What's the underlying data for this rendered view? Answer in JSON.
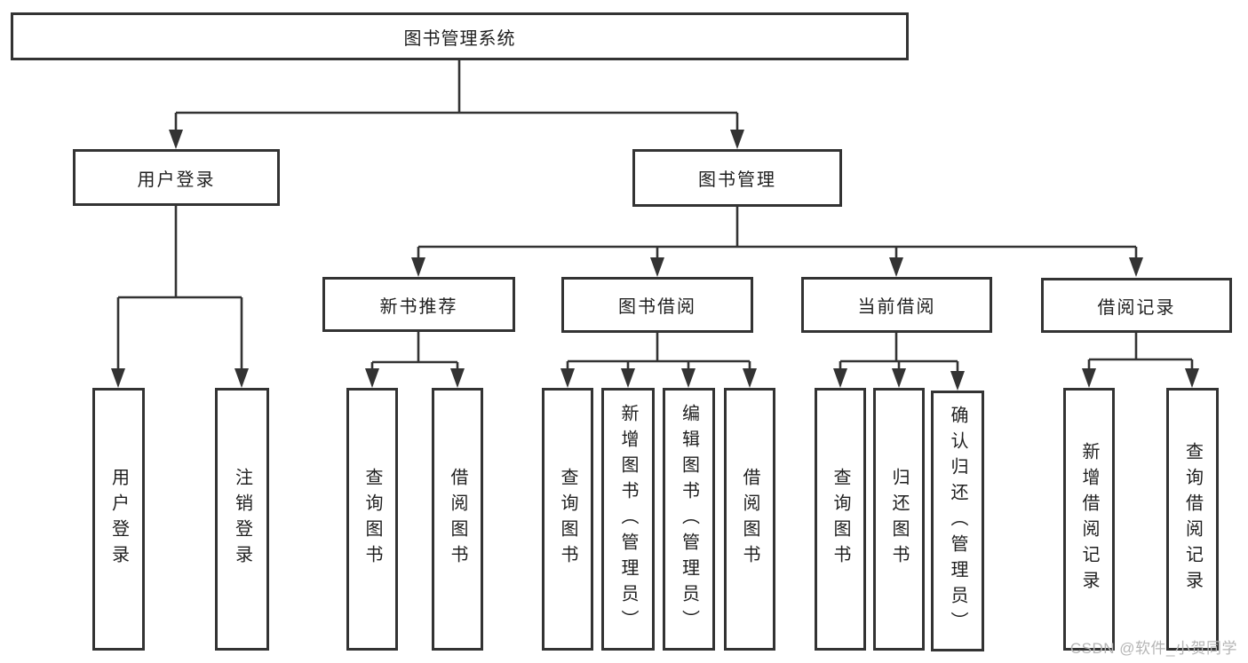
{
  "diagram_title": "图书管理系统",
  "tree": {
    "label": "图书管理系统",
    "children": [
      {
        "label": "用户登录",
        "children": [
          {
            "label": "用户登录"
          },
          {
            "label": "注销登录"
          }
        ]
      },
      {
        "label": "图书管理",
        "children": [
          {
            "label": "新书推荐",
            "children": [
              {
                "label": "查询图书"
              },
              {
                "label": "借阅图书"
              }
            ]
          },
          {
            "label": "图书借阅",
            "children": [
              {
                "label": "查询图书"
              },
              {
                "label": "新增图书（管理员）"
              },
              {
                "label": "编辑图书（管理员）"
              },
              {
                "label": "借阅图书"
              }
            ]
          },
          {
            "label": "当前借阅",
            "children": [
              {
                "label": "查询图书"
              },
              {
                "label": "归还图书"
              },
              {
                "label": "确认归还（管理员）"
              }
            ]
          },
          {
            "label": "借阅记录",
            "children": [
              {
                "label": "新增借阅记录"
              },
              {
                "label": "查询借阅记录"
              }
            ]
          }
        ]
      }
    ]
  },
  "watermark": {
    "text": "CSDN @软件_小贺同学"
  },
  "colors": {
    "line": "#333333",
    "box_border": "#333333",
    "box_bg": "#ffffff",
    "text": "#1f1f1f",
    "watermark": "#b5b5b5"
  }
}
